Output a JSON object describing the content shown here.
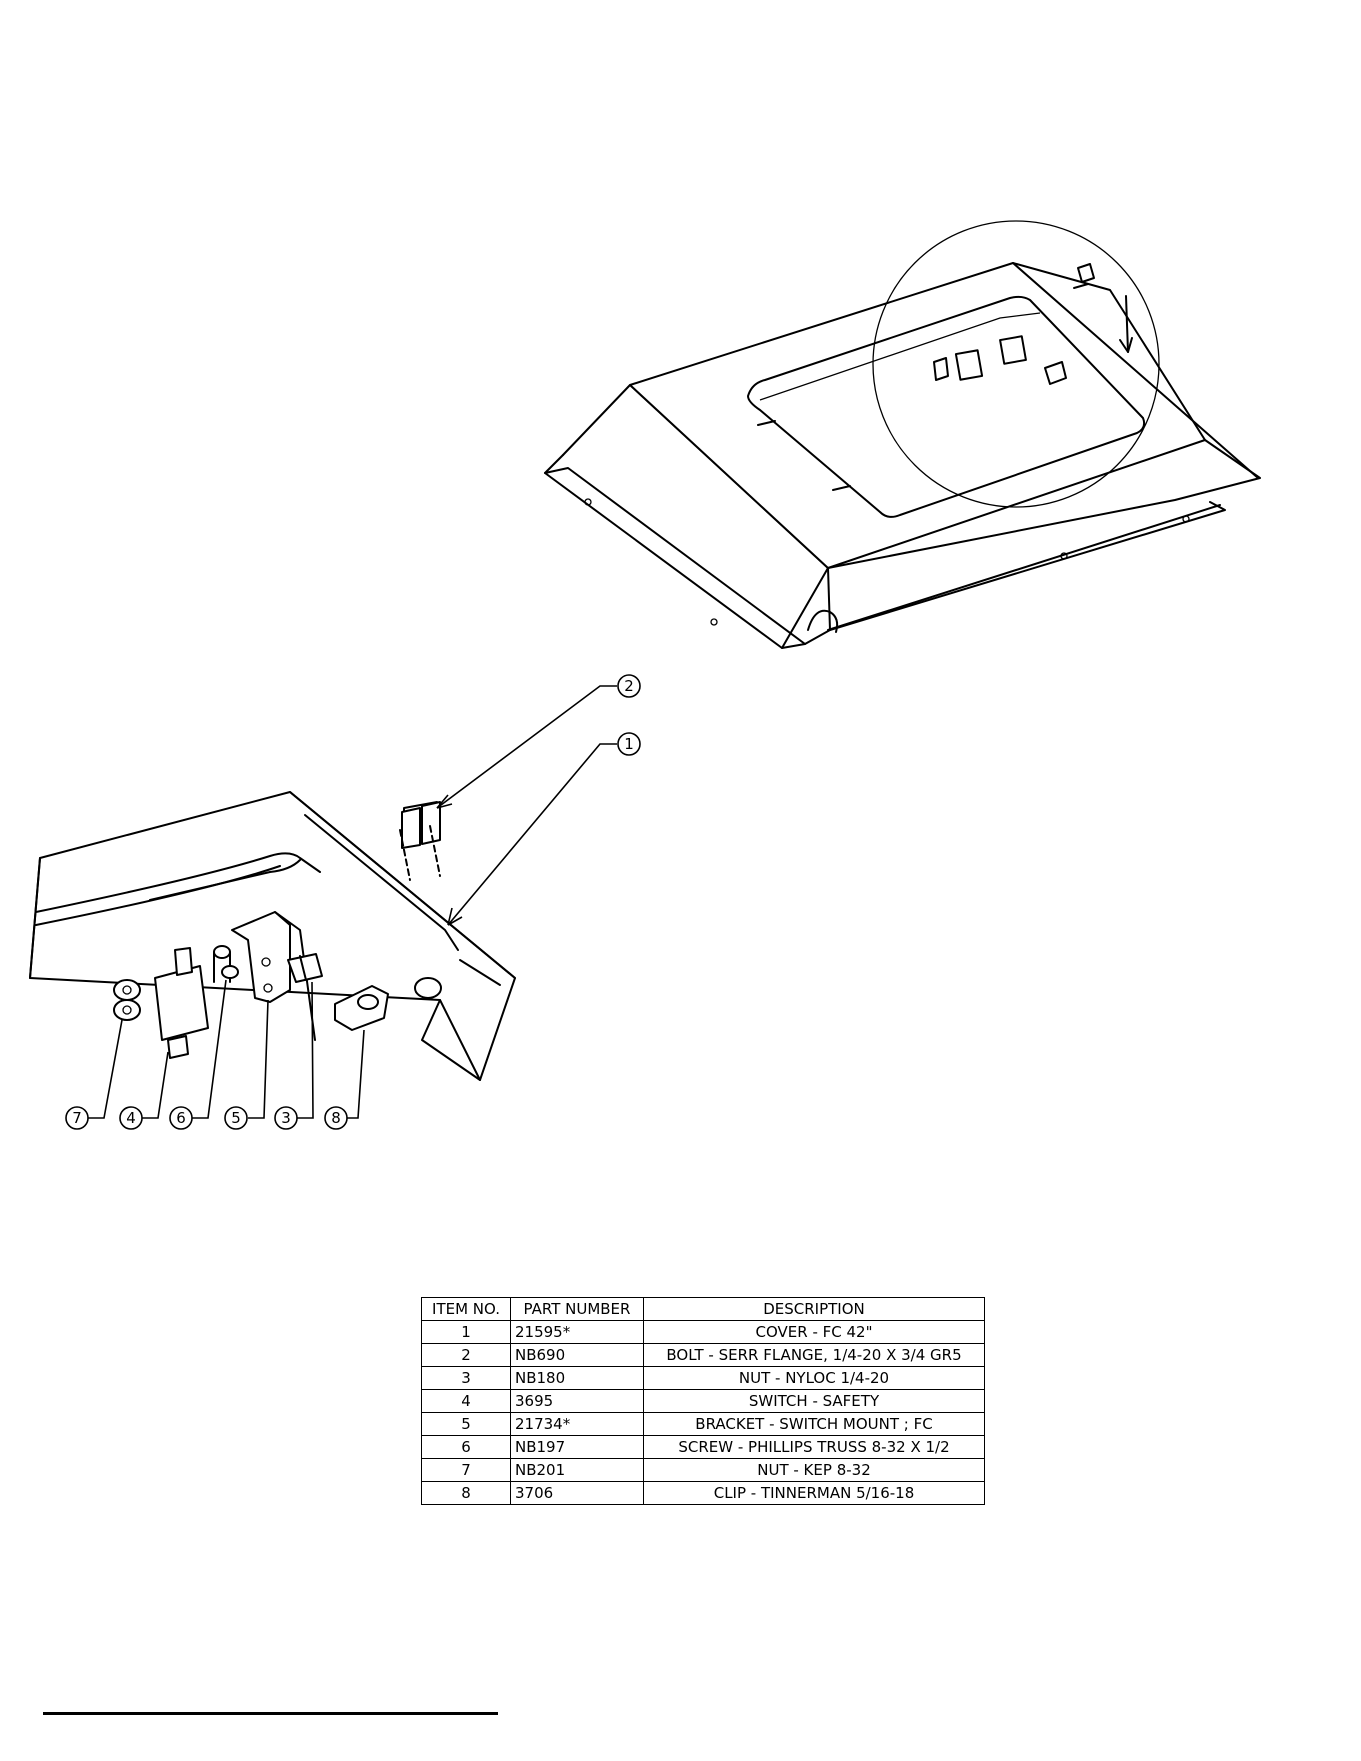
{
  "balloons": [
    {
      "label": "1"
    },
    {
      "label": "2"
    },
    {
      "label": "3"
    },
    {
      "label": "4"
    },
    {
      "label": "5"
    },
    {
      "label": "6"
    },
    {
      "label": "7"
    },
    {
      "label": "8"
    }
  ],
  "bom": {
    "headers": [
      "ITEM NO.",
      "PART NUMBER",
      "DESCRIPTION"
    ],
    "rows": [
      {
        "item": "1",
        "part": "21595*",
        "desc": "COVER - FC 42\""
      },
      {
        "item": "2",
        "part": "NB690",
        "desc": "BOLT - SERR FLANGE, 1/4-20 X 3/4 GR5"
      },
      {
        "item": "3",
        "part": "NB180",
        "desc": "NUT - NYLOC 1/4-20"
      },
      {
        "item": "4",
        "part": "3695",
        "desc": "SWITCH - SAFETY"
      },
      {
        "item": "5",
        "part": "21734*",
        "desc": "BRACKET - SWITCH MOUNT ; FC"
      },
      {
        "item": "6",
        "part": "NB197",
        "desc": "SCREW - PHILLIPS TRUSS 8-32 X 1/2"
      },
      {
        "item": "7",
        "part": "NB201",
        "desc": "NUT - KEP 8-32"
      },
      {
        "item": "8",
        "part": "3706",
        "desc": "CLIP - TINNERMAN 5/16-18"
      }
    ]
  }
}
